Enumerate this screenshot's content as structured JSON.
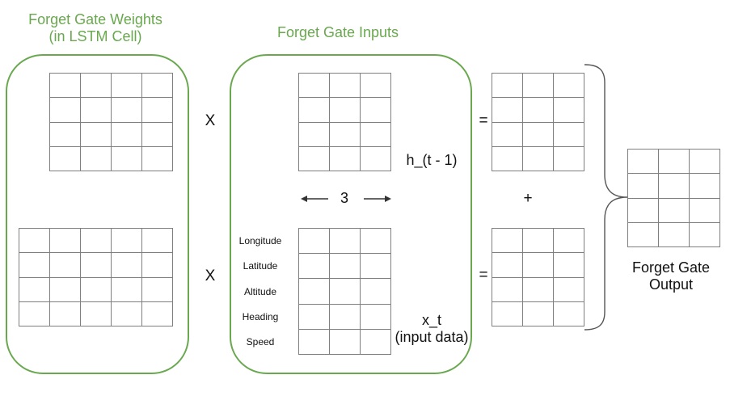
{
  "panels": {
    "weights_title_line1": "Forget Gate Weights",
    "weights_title_line2": "(in LSTM Cell)",
    "inputs_title": "Forget Gate Inputs"
  },
  "operators": {
    "multiply_top": "X",
    "multiply_bottom": "X",
    "equals_top": "=",
    "equals_bottom": "=",
    "plus": "+"
  },
  "dimension_label": "3",
  "hidden_state_label": "h_(t - 1)",
  "input_label_line1": "x_t",
  "input_label_line2": "(input data)",
  "features": [
    "Longitude",
    "Latitude",
    "Altitude",
    "Heading",
    "Speed"
  ],
  "output_label_line1": "Forget Gate",
  "output_label_line2": "Output",
  "matrices": {
    "weights_hidden": {
      "rows": 4,
      "cols": 4
    },
    "weights_input": {
      "rows": 4,
      "cols": 5
    },
    "hidden_state": {
      "rows": 4,
      "cols": 3
    },
    "input_data": {
      "rows": 5,
      "cols": 3
    },
    "result_hidden": {
      "rows": 4,
      "cols": 3
    },
    "result_input": {
      "rows": 4,
      "cols": 3
    },
    "gate_output": {
      "rows": 4,
      "cols": 3
    }
  },
  "colors": {
    "panel_border": "#6aa84f",
    "title_text": "#6aa84f",
    "grid_line": "#7f7f7f",
    "text": "#111111"
  }
}
